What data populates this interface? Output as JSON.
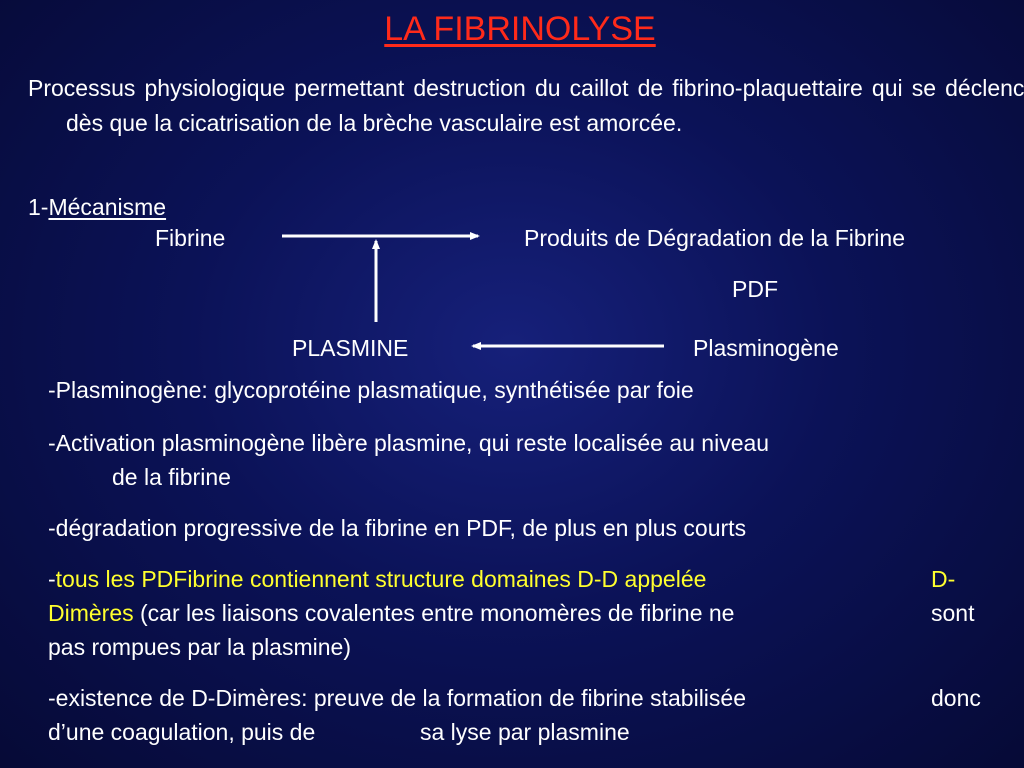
{
  "title": "LA FIBRINOLYSE",
  "intro": "Processus physiologique permettant destruction du caillot de fibrino-plaquettaire qui se déclenche dès que la cicatrisation de la brèche vasculaire est amorcée.",
  "section": {
    "number": "1-",
    "label": "Mécanisme"
  },
  "diagram": {
    "fibrine": "Fibrine",
    "produits": "Produits de Dégradation de la Fibrine",
    "pdf": "PDF",
    "plasmine": "PLASMINE",
    "plasminogene": "Plasminogène"
  },
  "bullets": {
    "b1": "-Plasminogène: glycoprotéine plasmatique, synthétisée par foie",
    "b2_line1": "-Activation plasminogène libère plasmine, qui reste localisée au niveau",
    "b2_line2": "de la fibrine",
    "b3": "-dégradation progressive de la fibrine en PDF, de plus en plus courts",
    "b4_dash": "-",
    "b4_yellow_line1": "tous les PDFibrine contiennent structure domaines D-D appelée",
    "b4_yellow_right": "D-",
    "b4_yellow_line2": "Dimères",
    "b4_white_line2": " (car les liaisons covalentes entre monomères de fibrine ne",
    "b4_right2": "sont",
    "b4_line3": "pas rompues par la plasmine)",
    "b5_line1": "-existence de D-Dimères: preuve de la formation de fibrine stabilisée",
    "b5_right1": "donc",
    "b5_line2a": "d’une coagulation, puis de",
    "b5_line2b": "sa lyse par plasmine"
  },
  "colors": {
    "background": "#0b1257",
    "title": "#ff2a1a",
    "highlight": "#ffff2e",
    "text": "#ffffff"
  }
}
